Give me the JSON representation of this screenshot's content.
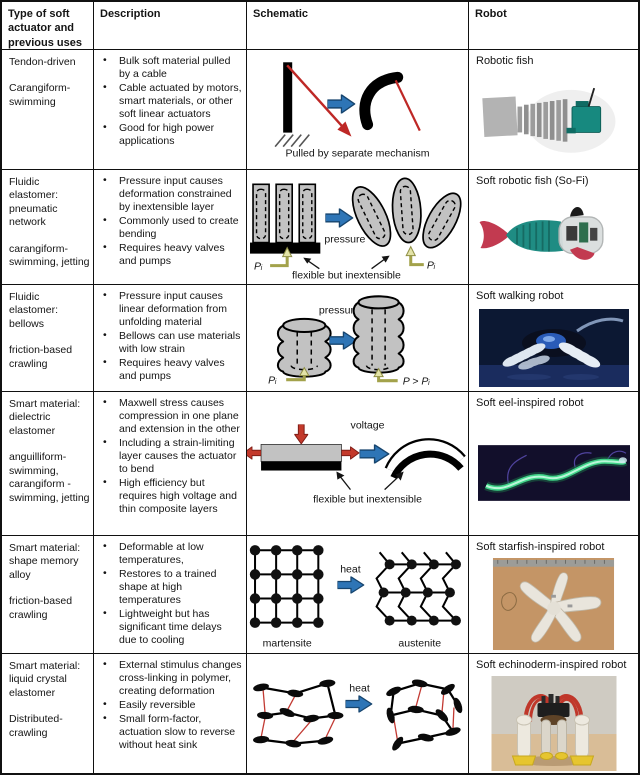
{
  "table": {
    "columns": [
      "Type of soft actuator and previous uses",
      "Description",
      "Schematic",
      "Robot"
    ],
    "rows": [
      {
        "type": "Tendon-driven",
        "uses": "Carangiform-swimming",
        "bullets": [
          "Bulk soft material pulled by a cable",
          "Cable actuated by motors, smart materials, or other soft linear actuators",
          "Good for high power applications"
        ],
        "schematic": {
          "caption": "Pulled by separate mechanism"
        },
        "robot": "Robotic fish"
      },
      {
        "type": "Fluidic elastomer: pneumatic network",
        "uses": "carangiform-swimming, jetting",
        "bullets": [
          "Pressure input causes deformation constrained by inextensible layer",
          "Commonly used to create bending",
          "Requires heavy valves and pumps"
        ],
        "schematic": {
          "pressure": "pressure",
          "pi_left": "Pᵢ",
          "pi_right": "Pᵢ",
          "caption": "flexible but inextensible"
        },
        "robot": "Soft robotic fish (So-Fi)"
      },
      {
        "type": "Fluidic elastomer: bellows",
        "uses": "friction-based crawling",
        "bullets": [
          "Pressure input causes linear deformation from unfolding material",
          "Bellows can use materials with low strain",
          "Requires heavy valves and pumps"
        ],
        "schematic": {
          "pressure": "pressure",
          "pi": "Pᵢ",
          "p_gt": "P > Pᵢ"
        },
        "robot": "Soft walking robot"
      },
      {
        "type": "Smart material: dielectric elastomer",
        "uses": "anguilliform-swimming, carangiform - swimming, jetting",
        "bullets": [
          "Maxwell stress causes compression in one plane and extension in the other",
          "Including a strain-limiting layer causes the actuator to bend",
          "High efficiency but requires high voltage and thin composite layers"
        ],
        "schematic": {
          "voltage": "voltage",
          "caption": "flexible but inextensible"
        },
        "robot": "Soft eel-inspired robot"
      },
      {
        "type": "Smart material: shape memory alloy",
        "uses": "friction-based crawling",
        "bullets": [
          "Deformable at low temperatures,",
          "Restores to a trained shape at high temperatures",
          "Lightweight but has significant time delays due to cooling"
        ],
        "schematic": {
          "heat": "heat",
          "left_label": "martensite",
          "right_label": "austenite"
        },
        "robot": "Soft starfish-inspired robot"
      },
      {
        "type": "Smart material: liquid crystal elastomer",
        "uses": "Distributed-crawling",
        "bullets": [
          "External stimulus changes cross-linking in polymer, creating deformation",
          "Easily reversible",
          "Small form-factor, actuation slow to reverse without heat sink"
        ],
        "schematic": {
          "heat": "heat"
        },
        "robot": "Soft echinoderm-inspired robot"
      }
    ]
  },
  "colors": {
    "border": "#111111",
    "arrow_blue": "#2E75B6",
    "arrow_red": "#BE2826",
    "olive": "#A3A24B",
    "schematic_gray": "#C2C2C2"
  }
}
